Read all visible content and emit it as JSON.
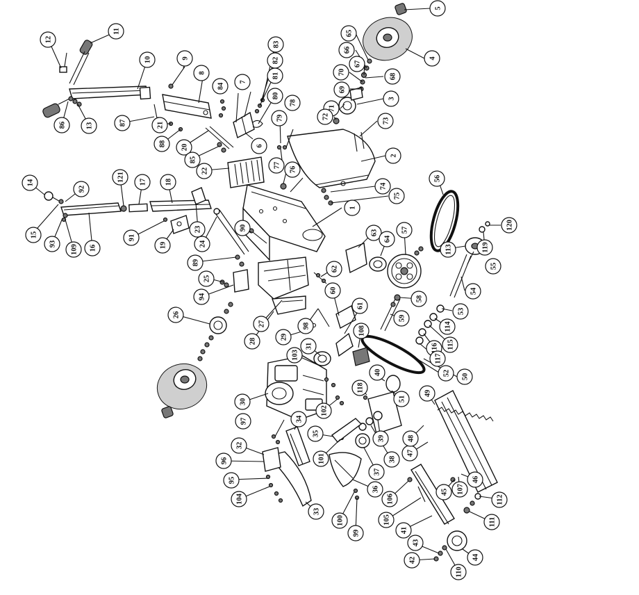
{
  "callouts": [
    {
      "id": "c1",
      "label": "1"
    },
    {
      "id": "c2",
      "label": "2"
    },
    {
      "id": "c3",
      "label": "3"
    },
    {
      "id": "c4",
      "label": "4"
    },
    {
      "id": "c5",
      "label": "5"
    },
    {
      "id": "c6",
      "label": "6"
    },
    {
      "id": "c7",
      "label": "7"
    },
    {
      "id": "c8",
      "label": "8"
    },
    {
      "id": "c9",
      "label": "9"
    },
    {
      "id": "c10",
      "label": "10"
    },
    {
      "id": "c11",
      "label": "11"
    },
    {
      "id": "c12",
      "label": "12"
    },
    {
      "id": "c13",
      "label": "13"
    },
    {
      "id": "c14",
      "label": "14"
    },
    {
      "id": "c15",
      "label": "15"
    },
    {
      "id": "c16",
      "label": "16"
    },
    {
      "id": "c17",
      "label": "17"
    },
    {
      "id": "c18",
      "label": "18"
    },
    {
      "id": "c19",
      "label": "19"
    },
    {
      "id": "c20",
      "label": "20"
    },
    {
      "id": "c21",
      "label": "21"
    },
    {
      "id": "c22",
      "label": "22"
    },
    {
      "id": "c23",
      "label": "23"
    },
    {
      "id": "c24",
      "label": "24"
    },
    {
      "id": "c25",
      "label": "25"
    },
    {
      "id": "c26",
      "label": "26"
    },
    {
      "id": "c27",
      "label": "27"
    },
    {
      "id": "c28",
      "label": "28"
    },
    {
      "id": "c29",
      "label": "29"
    },
    {
      "id": "c30",
      "label": "30"
    },
    {
      "id": "c31",
      "label": "31"
    },
    {
      "id": "c32",
      "label": "32"
    },
    {
      "id": "c33",
      "label": "33"
    },
    {
      "id": "c34",
      "label": "34"
    },
    {
      "id": "c35",
      "label": "35"
    },
    {
      "id": "c36",
      "label": "36"
    },
    {
      "id": "c37",
      "label": "37"
    },
    {
      "id": "c38",
      "label": "38"
    },
    {
      "id": "c39",
      "label": "39"
    },
    {
      "id": "c40",
      "label": "40"
    },
    {
      "id": "c41",
      "label": "41"
    },
    {
      "id": "c42",
      "label": "42"
    },
    {
      "id": "c43",
      "label": "43"
    },
    {
      "id": "c44",
      "label": "44"
    },
    {
      "id": "c45",
      "label": "45"
    },
    {
      "id": "c46",
      "label": "46"
    },
    {
      "id": "c47",
      "label": "47"
    },
    {
      "id": "c48",
      "label": "48"
    },
    {
      "id": "c49",
      "label": "49"
    },
    {
      "id": "c50",
      "label": "50"
    },
    {
      "id": "c51",
      "label": "51"
    },
    {
      "id": "c52",
      "label": "52"
    },
    {
      "id": "c53",
      "label": "53"
    },
    {
      "id": "c54",
      "label": "54"
    },
    {
      "id": "c55",
      "label": "55"
    },
    {
      "id": "c56",
      "label": "56"
    },
    {
      "id": "c57",
      "label": "57"
    },
    {
      "id": "c58",
      "label": "58"
    },
    {
      "id": "c59",
      "label": "59"
    },
    {
      "id": "c60",
      "label": "60"
    },
    {
      "id": "c61",
      "label": "61"
    },
    {
      "id": "c62",
      "label": "62"
    },
    {
      "id": "c63",
      "label": "63"
    },
    {
      "id": "c64",
      "label": "64"
    },
    {
      "id": "c65",
      "label": "65"
    },
    {
      "id": "c66",
      "label": "66"
    },
    {
      "id": "c67",
      "label": "67"
    },
    {
      "id": "c68",
      "label": "68"
    },
    {
      "id": "c69",
      "label": "69"
    },
    {
      "id": "c70",
      "label": "70"
    },
    {
      "id": "c71",
      "label": "71"
    },
    {
      "id": "c72",
      "label": "72"
    },
    {
      "id": "c73",
      "label": "73"
    },
    {
      "id": "c74",
      "label": "74"
    },
    {
      "id": "c75",
      "label": "75"
    },
    {
      "id": "c76",
      "label": "76"
    },
    {
      "id": "c77",
      "label": "77"
    },
    {
      "id": "c78",
      "label": "78"
    },
    {
      "id": "c79",
      "label": "79"
    },
    {
      "id": "c80",
      "label": "80"
    },
    {
      "id": "c81",
      "label": "81"
    },
    {
      "id": "c82",
      "label": "82"
    },
    {
      "id": "c83",
      "label": "83"
    },
    {
      "id": "c84",
      "label": "84"
    },
    {
      "id": "c85",
      "label": "85"
    },
    {
      "id": "c86",
      "label": "86"
    },
    {
      "id": "c87",
      "label": "87"
    },
    {
      "id": "c88",
      "label": "88"
    },
    {
      "id": "c89",
      "label": "89"
    },
    {
      "id": "c90",
      "label": "90"
    },
    {
      "id": "c91",
      "label": "91"
    },
    {
      "id": "c92",
      "label": "92"
    },
    {
      "id": "c93",
      "label": "93"
    },
    {
      "id": "c94",
      "label": "94"
    },
    {
      "id": "c95",
      "label": "95"
    },
    {
      "id": "c96",
      "label": "96"
    },
    {
      "id": "c97",
      "label": "97"
    },
    {
      "id": "c98",
      "label": "98"
    },
    {
      "id": "c99",
      "label": "99"
    },
    {
      "id": "c100",
      "label": "100"
    },
    {
      "id": "c101",
      "label": "101"
    },
    {
      "id": "c102",
      "label": "102"
    },
    {
      "id": "c103",
      "label": "103"
    },
    {
      "id": "c104",
      "label": "104"
    },
    {
      "id": "c105",
      "label": "105"
    },
    {
      "id": "c106",
      "label": "106"
    },
    {
      "id": "c107",
      "label": "107"
    },
    {
      "id": "c108",
      "label": "108"
    },
    {
      "id": "c109",
      "label": "109"
    },
    {
      "id": "c110",
      "label": "110"
    },
    {
      "id": "c111",
      "label": "111"
    },
    {
      "id": "c112",
      "label": "112"
    },
    {
      "id": "c113",
      "label": "113"
    },
    {
      "id": "c114",
      "label": "114"
    },
    {
      "id": "c115",
      "label": "115"
    },
    {
      "id": "c116",
      "label": "116"
    },
    {
      "id": "c117",
      "label": "117"
    },
    {
      "id": "c118",
      "label": "118"
    },
    {
      "id": "c119",
      "label": "119"
    },
    {
      "id": "c120",
      "label": "120"
    },
    {
      "id": "c121",
      "label": "121"
    }
  ]
}
